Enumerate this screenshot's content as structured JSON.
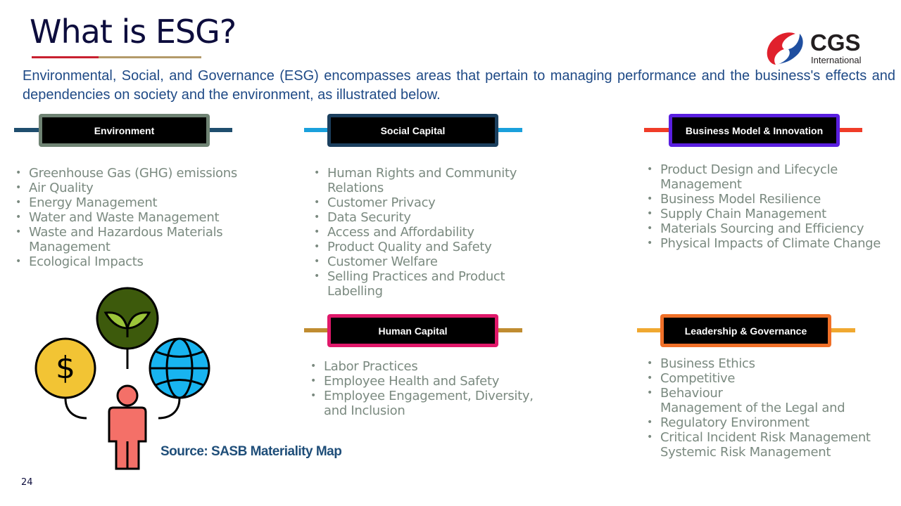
{
  "title": "What is ESG?",
  "intro": "Environmental, Social, and Governance (ESG) encompasses areas that pertain to managing performance and the business's effects and dependencies on society and the environment, as illustrated below.",
  "logo": {
    "name": "CGS",
    "sub": "International"
  },
  "categories": [
    {
      "label": "Environment",
      "line_color": "#1f4e6e",
      "border_color": "#6f8373",
      "lines": [
        {
          "t": "Greenhouse Gas (GHG) emissions",
          "b": true
        },
        {
          "t": "Air Quality",
          "b": true
        },
        {
          "t": "Energy Management",
          "b": true
        },
        {
          "t": "Water and Waste Management",
          "b": true
        },
        {
          "t": "Waste and Hazardous Materials",
          "b": true
        },
        {
          "t": "Management",
          "b": false
        },
        {
          "t": "Ecological Impacts",
          "b": true
        }
      ]
    },
    {
      "label": "Social Capital",
      "line_color": "#1aa0dc",
      "border_color": "#1b3f5e",
      "lines": [
        {
          "t": "Human Rights and Community",
          "b": true
        },
        {
          "t": "Relations",
          "b": false
        },
        {
          "t": "Customer Privacy",
          "b": true
        },
        {
          "t": "Data Security",
          "b": true
        },
        {
          "t": "Access and Affordability",
          "b": true
        },
        {
          "t": "Product Quality and Safety",
          "b": true
        },
        {
          "t": "Customer Welfare",
          "b": true
        },
        {
          "t": "Selling Practices and Product",
          "b": true
        },
        {
          "t": "Labelling",
          "b": false
        }
      ]
    },
    {
      "label": "Business Model & Innovation",
      "line_color": "#f03c28",
      "border_color": "#5a1fe0",
      "lines": [
        {
          "t": "Product Design and Lifecycle",
          "b": true
        },
        {
          "t": "Management",
          "b": false
        },
        {
          "t": "Business Model Resilience",
          "b": true
        },
        {
          "t": "Supply Chain Management",
          "b": true
        },
        {
          "t": "Materials Sourcing and Efficiency",
          "b": true
        },
        {
          "t": "Physical Impacts of Climate Change",
          "b": true
        }
      ]
    },
    {
      "label": "Human Capital",
      "line_color": "#c08c30",
      "border_color": "#e0186a",
      "lines": [
        {
          "t": "Labor Practices",
          "b": true
        },
        {
          "t": "Employee Health and Safety",
          "b": true
        },
        {
          "t": "Employee Engagement, Diversity,",
          "b": true
        },
        {
          "t": "and Inclusion",
          "b": false
        }
      ]
    },
    {
      "label": "Leadership & Governance",
      "line_color": "#f0a830",
      "border_color": "#f07028",
      "lines": [
        {
          "t": "Business Ethics",
          "b": true
        },
        {
          "t": "Competitive",
          "b": true
        },
        {
          "t": "Behaviour",
          "b": true
        },
        {
          "t": "Management of the Legal and",
          "b": false
        },
        {
          "t": "Regulatory  Environment",
          "b": true
        },
        {
          "t": "Critical Incident Risk Management",
          "b": true
        },
        {
          "t": "Systemic Risk Management",
          "b": false
        }
      ]
    }
  ],
  "source": "Source: SASB Materiality Map",
  "page_number": "24"
}
